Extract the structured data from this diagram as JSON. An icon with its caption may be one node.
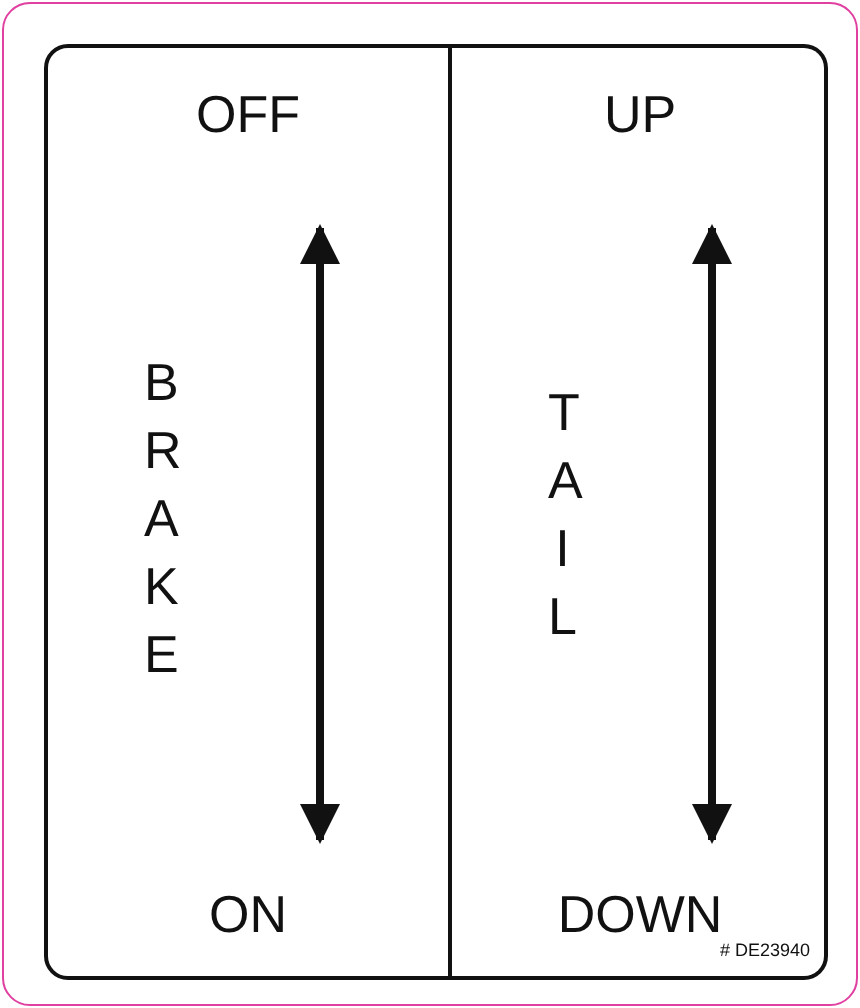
{
  "diagram": {
    "nodes": [
      {
        "text": [
          "BRAKE"
        ]
      },
      {
        "text": [
          "OFF"
        ],
        "in": 0
      },
      {
        "text": [
          "ON"
        ],
        "in": 0
      },
      {
        "text": [
          "TAIL"
        ]
      },
      {
        "text": [
          "UP"
        ],
        "in": 3
      },
      {
        "text": [
          "DOWN"
        ],
        "in": 3
      }
    ],
    "edges": [
      {
        "from": 1,
        "to": 2,
        "arrow": "both"
      },
      {
        "from": 4,
        "to": 5,
        "arrow": "both"
      }
    ],
    "labels": [
      "# DE23940"
    ]
  }
}
